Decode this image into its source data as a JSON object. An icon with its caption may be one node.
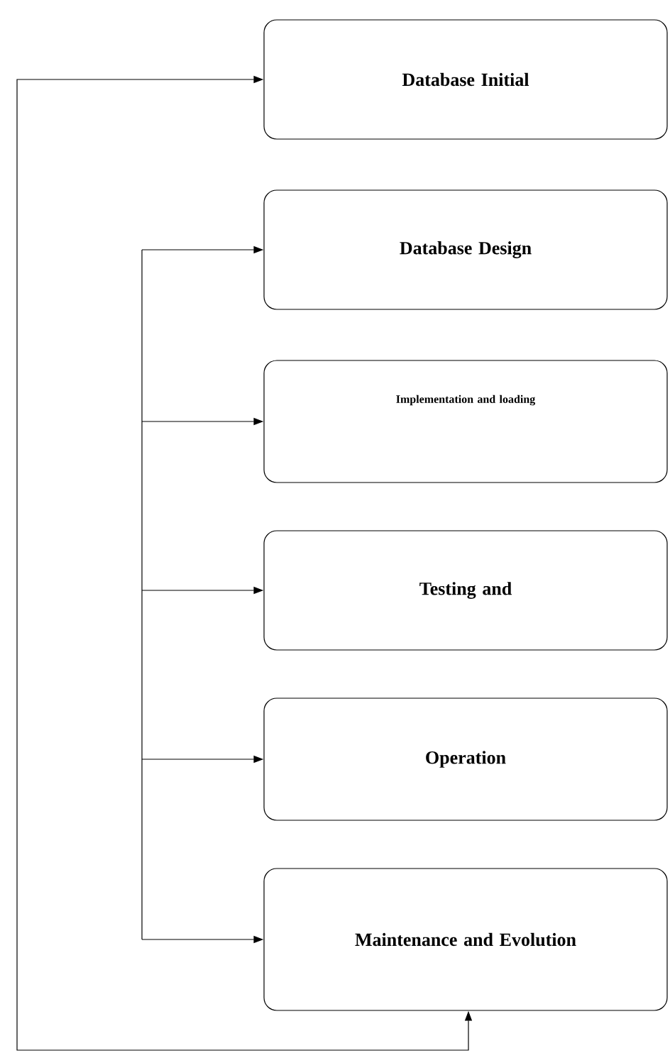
{
  "diagram": {
    "nodes": [
      {
        "text": [
          "Database Initial"
        ]
      },
      {
        "text": [
          "Database Design"
        ]
      },
      {
        "text": [
          "Implementation and loading"
        ]
      },
      {
        "text": [
          "Testing and"
        ]
      },
      {
        "text": [
          "Operation"
        ]
      },
      {
        "text": [
          "Maintenance and Evolution"
        ]
      }
    ],
    "edges": [
      {
        "from": 5,
        "to": 0,
        "arrow": "both"
      },
      {
        "from": null,
        "to": 1,
        "arrow": "to"
      },
      {
        "from": null,
        "to": 2,
        "arrow": "to"
      },
      {
        "from": null,
        "to": 3,
        "arrow": "to"
      },
      {
        "from": null,
        "to": 4,
        "arrow": "to"
      },
      {
        "from": null,
        "to": 5,
        "arrow": "to"
      }
    ]
  }
}
